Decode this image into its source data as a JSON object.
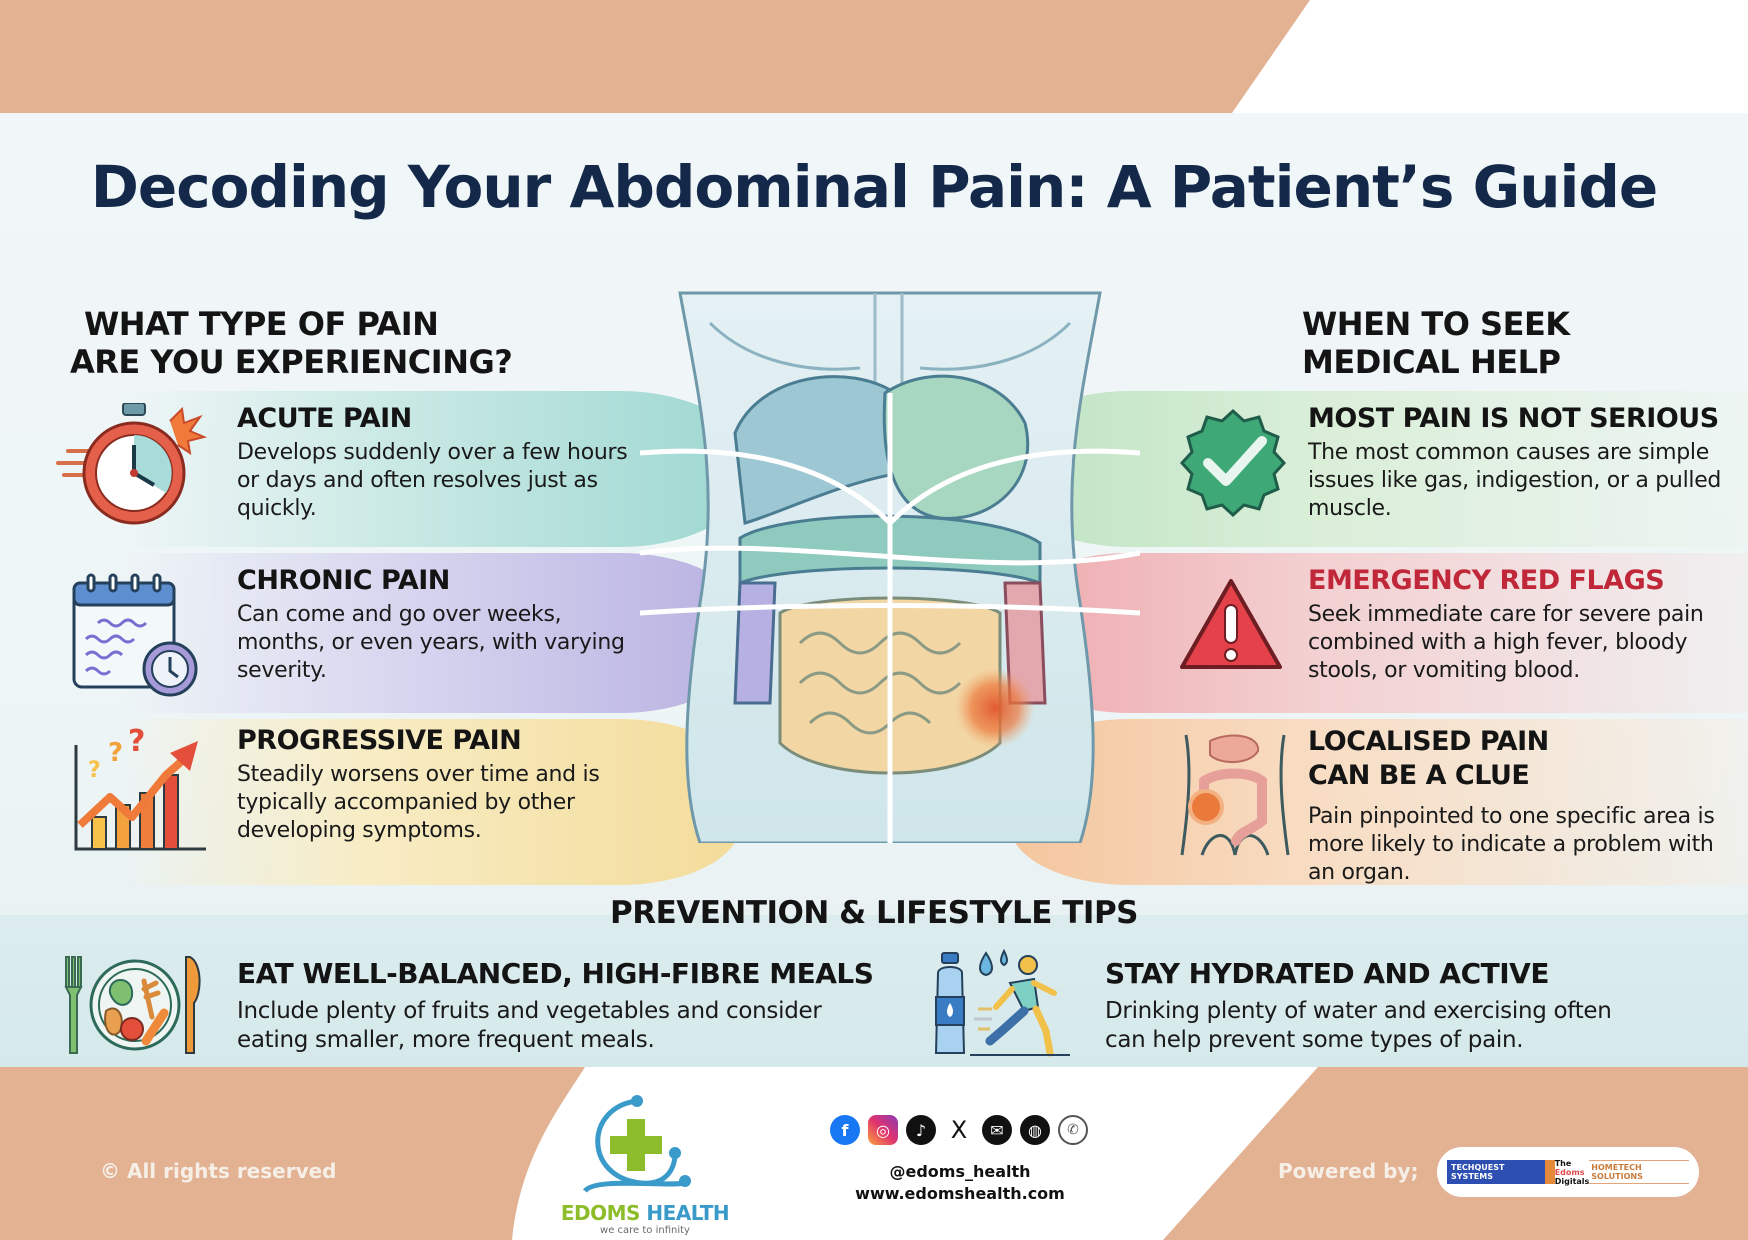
{
  "title": "Decoding Your Abdominal Pain: A Patient’s Guide",
  "colors": {
    "peach": "#e3b293",
    "title_navy": "#14294a",
    "red_flag": "#c0283a",
    "brand_green": "#8ebd2b",
    "brand_blue": "#3a9ac9"
  },
  "left_section": {
    "heading_line1": "WHAT TYPE OF PAIN",
    "heading_line2": "ARE YOU EXPERIENCING?",
    "items": [
      {
        "icon": "stopwatch-icon",
        "title": "ACUTE PAIN",
        "text": "Develops suddenly over a few hours or days and often resolves just as quickly.",
        "band_color": "#9fd8d2"
      },
      {
        "icon": "calendar-clock-icon",
        "title": "CHRONIC PAIN",
        "text": "Can come and go over weeks, months, or even years, with varying severity.",
        "band_color": "#b9b2e2"
      },
      {
        "icon": "rising-chart-icon",
        "title": "PROGRESSIVE PAIN",
        "text": "Steadily worsens over time and is typically accompanied by other developing symptoms.",
        "band_color": "#f3dc9a"
      }
    ]
  },
  "right_section": {
    "heading_line1": "WHEN TO SEEK",
    "heading_line2": "MEDICAL HELP",
    "items": [
      {
        "icon": "check-badge-icon",
        "title": "MOST PAIN IS NOT SERIOUS",
        "text": "The most common causes are simple issues like gas, indigestion, or a pulled muscle.",
        "band_color": "#bfe3c4"
      },
      {
        "icon": "warning-triangle-icon",
        "title": "EMERGENCY RED FLAGS",
        "text": "Seek immediate care for severe pain combined with a high fever, bloody stools, or vomiting blood.",
        "band_color": "#eeaaae"
      },
      {
        "icon": "abdomen-pain-spot-icon",
        "title_line1": "LOCALISED PAIN",
        "title_line2": "CAN BE A CLUE",
        "text": "Pain pinpointed to one specific area is more likely to indicate a problem with an organ.",
        "band_color": "#f4c69e"
      }
    ]
  },
  "illustration": {
    "name": "abdomen-organs-illustration",
    "highlight": "lower-left-quadrant-pain-spot"
  },
  "prevention": {
    "heading": "PREVENTION & LIFESTYLE TIPS",
    "tips": [
      {
        "icon": "plate-cutlery-icon",
        "title": "EAT WELL-BALANCED, HIGH-FIBRE MEALS",
        "line1": "Include plenty of fruits and vegetables and consider",
        "line2": "eating smaller, more frequent meals."
      },
      {
        "icon": "water-runner-icon",
        "title": "STAY HYDRATED AND ACTIVE",
        "line1": "Drinking plenty of water and exercising often",
        "line2": "can help prevent some types of pain."
      }
    ]
  },
  "footer": {
    "copyright": "© All rights reserved",
    "brand_part1": "EDOMS",
    "brand_part2": "HEALTH",
    "tagline": "we care to infinity",
    "social_icons": [
      "facebook-icon",
      "instagram-icon",
      "tiktok-icon",
      "x-icon",
      "email-icon",
      "web-icon",
      "whatsapp-icon"
    ],
    "social_glyphs": [
      "f",
      "◎",
      "♪",
      "𝕏",
      "✉",
      "◍",
      "✆"
    ],
    "handle": "@edoms_health",
    "website": "www.edomshealth.com",
    "powered_by": "Powered by;",
    "sponsors": [
      "TECHQUEST SYSTEMS",
      "The Edoms Digitals",
      "HOMETECH SOLUTIONS"
    ],
    "sponsor_edoms_lines": [
      "The",
      "Edoms",
      "Digitals"
    ]
  }
}
